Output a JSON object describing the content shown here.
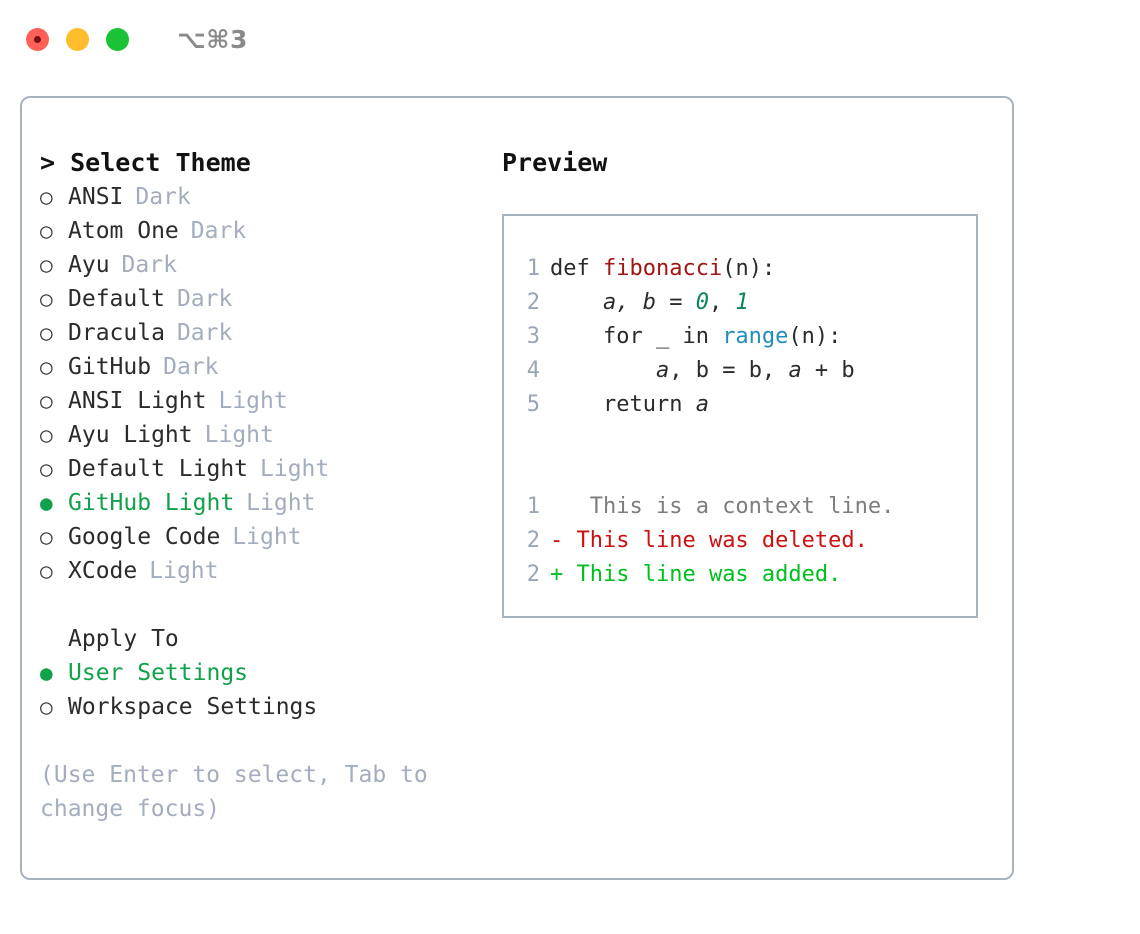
{
  "titlebar": {
    "shortcut": "⌥⌘3",
    "lights": [
      {
        "name": "close",
        "color": "#ff6159"
      },
      {
        "name": "minimize",
        "color": "#ffbd2e"
      },
      {
        "name": "maximize",
        "color": "#1ac235"
      }
    ]
  },
  "theme_panel": {
    "heading_caret": ">",
    "heading": "Select Theme",
    "selected_bullet": "●",
    "unselected_bullet": "○",
    "items": [
      {
        "name": "ANSI",
        "tag": "Dark",
        "selected": false
      },
      {
        "name": "Atom One",
        "tag": "Dark",
        "selected": false
      },
      {
        "name": "Ayu",
        "tag": "Dark",
        "selected": false
      },
      {
        "name": "Default",
        "tag": "Dark",
        "selected": false
      },
      {
        "name": "Dracula",
        "tag": "Dark",
        "selected": false
      },
      {
        "name": "GitHub",
        "tag": "Dark",
        "selected": false
      },
      {
        "name": "ANSI Light",
        "tag": "Light",
        "selected": false
      },
      {
        "name": "Ayu Light",
        "tag": "Light",
        "selected": false
      },
      {
        "name": "Default Light",
        "tag": "Light",
        "selected": false
      },
      {
        "name": "GitHub Light",
        "tag": "Light",
        "selected": true
      },
      {
        "name": "Google Code",
        "tag": "Light",
        "selected": false
      },
      {
        "name": "XCode",
        "tag": "Light",
        "selected": false
      }
    ]
  },
  "apply_to": {
    "heading": "Apply To",
    "options": [
      {
        "name": "User Settings",
        "selected": true
      },
      {
        "name": "Workspace Settings",
        "selected": false
      }
    ]
  },
  "hint": "(Use Enter to select, Tab to change focus)",
  "preview": {
    "heading": "Preview",
    "code_lines": [
      {
        "no": "1",
        "parts": [
          {
            "text": "def ",
            "style": "plain"
          },
          {
            "text": "fibonacci",
            "style": "fn"
          },
          {
            "text": "(n):",
            "style": "plain"
          }
        ]
      },
      {
        "no": "2",
        "parts": [
          {
            "text": "    ",
            "style": "plain"
          },
          {
            "text": "a, b",
            "style": "var"
          },
          {
            "text": " = ",
            "style": "plain"
          },
          {
            "text": "0",
            "style": "num"
          },
          {
            "text": ", ",
            "style": "plain"
          },
          {
            "text": "1",
            "style": "num"
          }
        ]
      },
      {
        "no": "3",
        "parts": [
          {
            "text": "    for _ in ",
            "style": "plain"
          },
          {
            "text": "range",
            "style": "call"
          },
          {
            "text": "(n):",
            "style": "plain"
          }
        ]
      },
      {
        "no": "4",
        "parts": [
          {
            "text": "        ",
            "style": "plain"
          },
          {
            "text": "a",
            "style": "var"
          },
          {
            "text": ", b = b, ",
            "style": "plain"
          },
          {
            "text": "a",
            "style": "var"
          },
          {
            "text": " + b",
            "style": "plain"
          }
        ]
      },
      {
        "no": "5",
        "parts": [
          {
            "text": "    return ",
            "style": "plain"
          },
          {
            "text": "a",
            "style": "var"
          }
        ]
      }
    ],
    "diff_lines": [
      {
        "no": "1",
        "marker": " ",
        "text": "  This is a context line.",
        "kind": "ctx"
      },
      {
        "no": "2",
        "marker": "-",
        "text": " This line was deleted.",
        "kind": "del"
      },
      {
        "no": "2",
        "marker": "+",
        "text": " This line was added.",
        "kind": "add"
      }
    ]
  },
  "colors": {
    "accent_green": "#12a14b",
    "muted": "#a3adbd",
    "border": "#a8b2c1",
    "diff_add": "#00bf1f",
    "diff_del": "#cc1111",
    "syntax_function": "#a31515",
    "syntax_number": "#098658",
    "syntax_call": "#1f8dbd"
  }
}
